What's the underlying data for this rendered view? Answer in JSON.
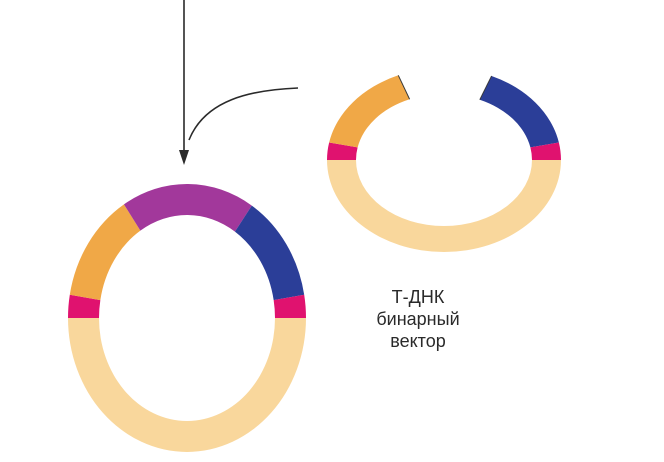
{
  "labels": {
    "vector_line1": "Т-ДНК",
    "vector_line2": "бинарный",
    "vector_line3": "вектор"
  },
  "colors": {
    "light_segment": "#f9d79c",
    "orange_segment": "#f0a847",
    "blue_segment": "#2b3e98",
    "magenta_marker": "#e0126f",
    "purple_insert": "#a2389b",
    "arrow": "#2a2a2a",
    "outline": "#3a3a3a",
    "background": "#ffffff"
  }
}
